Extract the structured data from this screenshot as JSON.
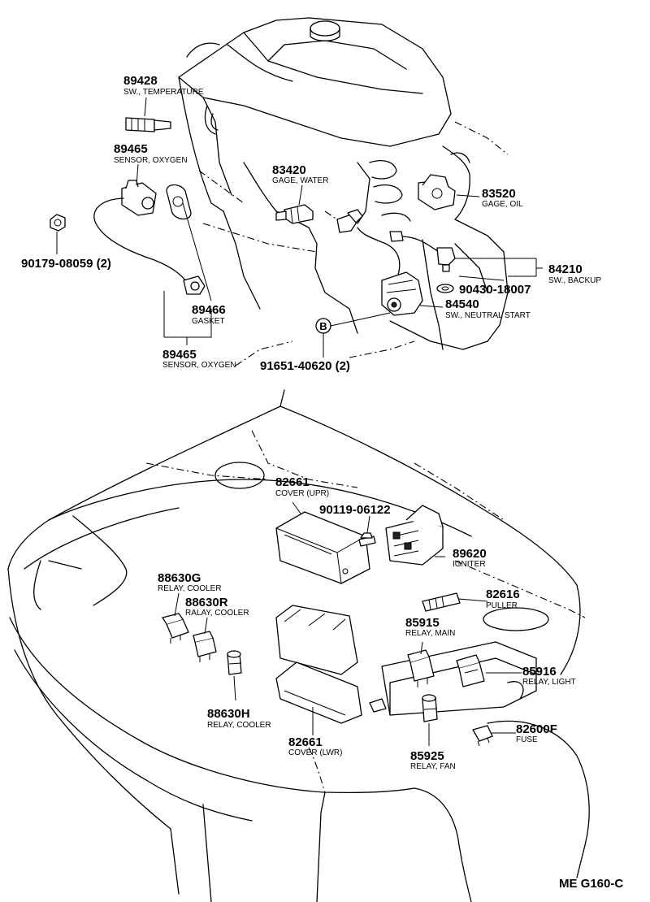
{
  "parts": {
    "p89428": {
      "number": "89428",
      "name": "SW., TEMPERATURE"
    },
    "p89465a": {
      "number": "89465",
      "name": "SENSOR, OXYGEN"
    },
    "p90179": {
      "number": "90179-08059 (2)"
    },
    "p89466": {
      "number": "89466",
      "name": "GASKET"
    },
    "p89465b": {
      "number": "89465",
      "name": "SENSOR, OXYGEN"
    },
    "p83420": {
      "number": "83420",
      "name": "GAGE, WATER"
    },
    "p83520": {
      "number": "83520",
      "name": "GAGE, OIL"
    },
    "p84210": {
      "number": "84210",
      "name": "SW., BACKUP"
    },
    "p90430": {
      "number": "90430-18007"
    },
    "p84540": {
      "number": "84540",
      "name": "SW., NEUTRAL START"
    },
    "p91651": {
      "number": "91651-40620 (2)"
    },
    "p82661a": {
      "number": "82661",
      "name": "COVER (UPR)"
    },
    "p90119": {
      "number": "90119-06122"
    },
    "p89620": {
      "number": "89620",
      "name": "IGNITER"
    },
    "p88630G": {
      "number": "88630G",
      "name": "RELAY, COOLER"
    },
    "p88630R": {
      "number": "88630R",
      "name": "RALAY, COOLER"
    },
    "p82616": {
      "number": "82616",
      "name": "PULLER"
    },
    "p85915": {
      "number": "85915",
      "name": "RELAY, MAIN"
    },
    "p85916": {
      "number": "85916",
      "name": "RELAY, LIGHT"
    },
    "p88630H": {
      "number": "88630H",
      "name": "RELAY, COOLER"
    },
    "p82600F": {
      "number": "82600F",
      "name": "FUSE"
    },
    "p82661b": {
      "number": "82661",
      "name": "COVER (LWR)"
    },
    "p85925": {
      "number": "85925",
      "name": "RELAY, FAN"
    }
  },
  "callout_b": "B",
  "figure_id": "ME G160-C"
}
